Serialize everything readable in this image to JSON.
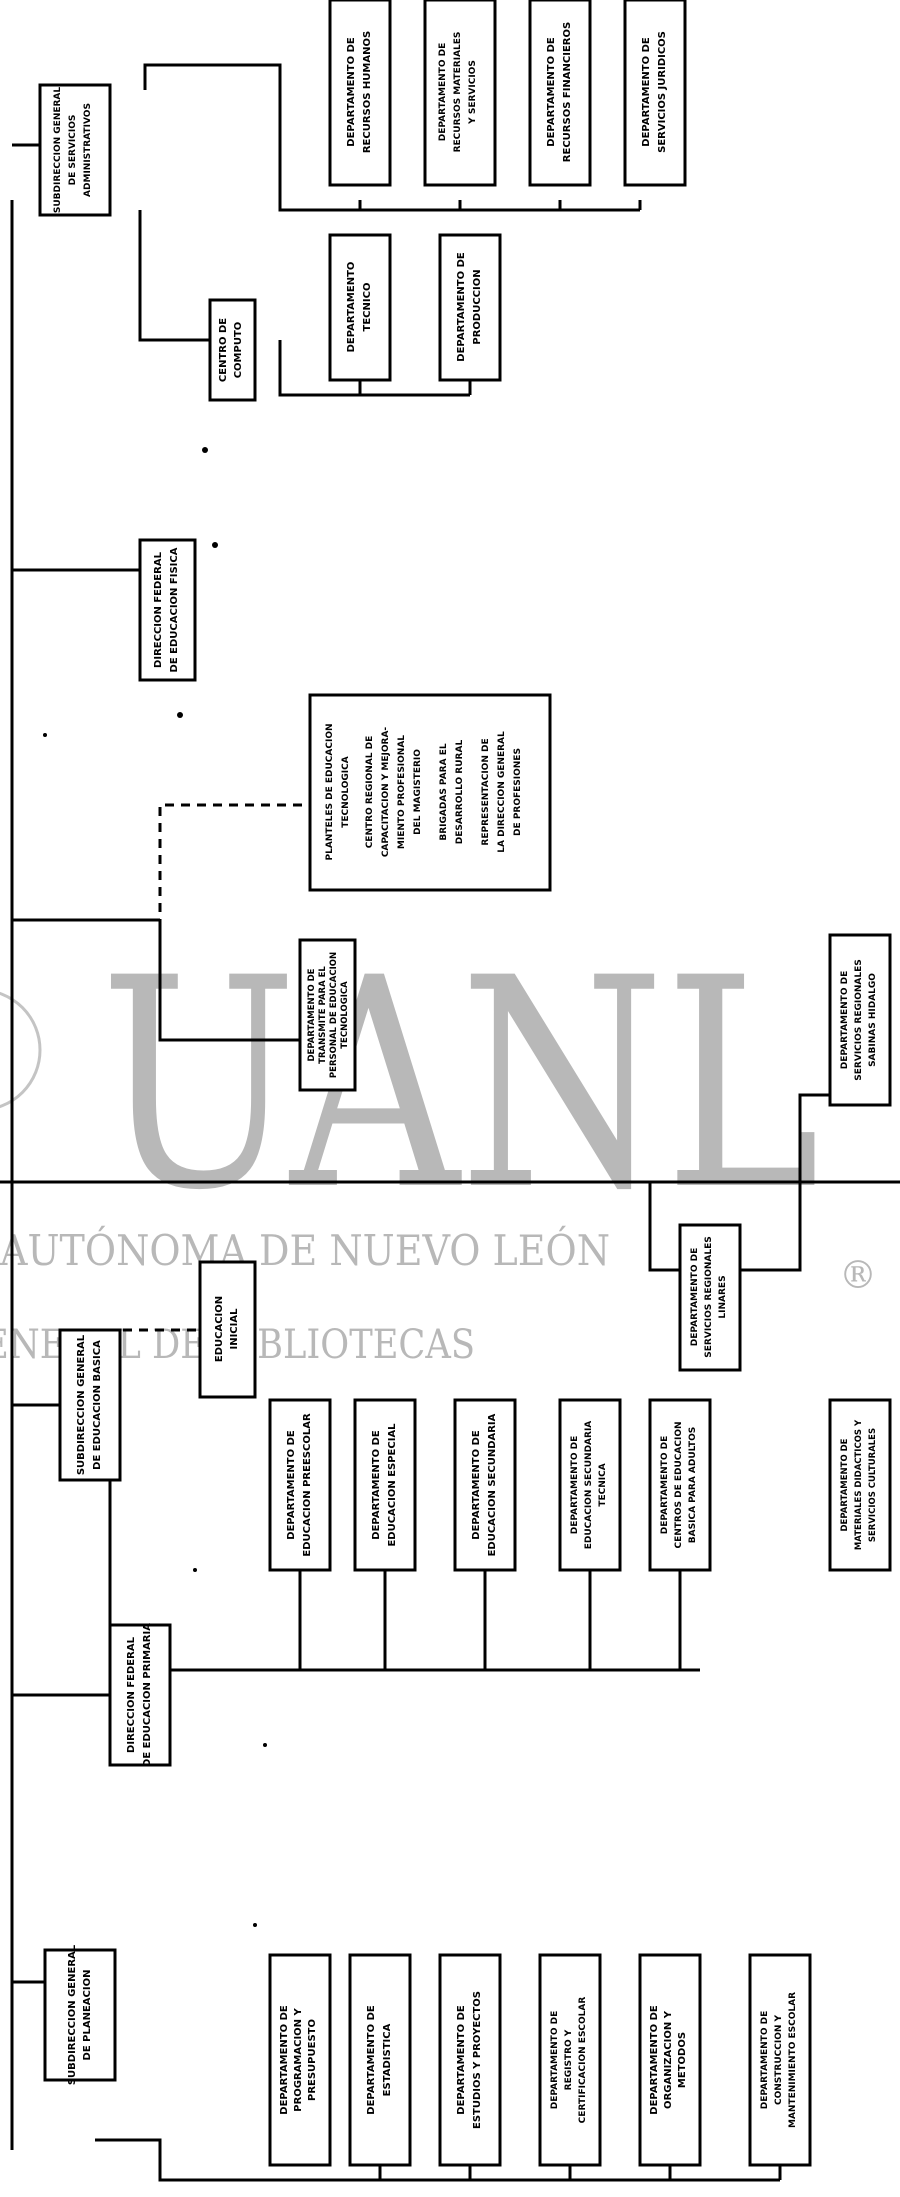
{
  "watermark": {
    "letters": "UANL",
    "line1": "AUTÓNOMA DE NUEVO LEÓN",
    "line2": "GENERAL DE BIBLIOTECAS",
    "registered": "®"
  },
  "boxes": {
    "planeacion": [
      "SUBDIRECCION GENERAL",
      "DE PLANEACION"
    ],
    "primaria": [
      "DIRECCION FEDERAL",
      "DE EDUCACION PRIMARIA"
    ],
    "basica": [
      "SUBDIRECCION GENERAL",
      "DE EDUCACION BASICA"
    ],
    "tec_personal": [
      "DEPARTAMENTO DE",
      "TRANSMITE PARA EL",
      "PERSONAL DE EDUCACION",
      "TECNOLOGICA"
    ],
    "fisica": [
      "DIRECCION FEDERAL",
      "DE EDUCACION FISICA"
    ],
    "administrativos": [
      "SUBDIRECCION GENERAL",
      "DE SERVICIOS",
      "ADMINISTRATIVOS"
    ],
    "planteles": [
      "PLANTELES DE EDUCACION",
      "TECNOLOGICA",
      "CENTRO REGIONAL DE",
      "CAPACITACION Y MEJORA-",
      "MIENTO PROFESIONAL",
      "DEL MAGISTERIO",
      "BRIGADAS PARA EL",
      "DESARROLLO RURAL",
      "REPRESENTACION DE",
      "LA DIRECCION GENERAL",
      "DE PROFESIONES"
    ],
    "inicial": [
      "EDUCACION",
      "INICIAL"
    ],
    "computo": [
      "CENTRO DE",
      "COMPUTO"
    ],
    "tecnico": [
      "DEPARTAMENTO",
      "TECNICO"
    ],
    "produccion": [
      "DEPARTAMENTO DE",
      "PRODUCCION"
    ],
    "rh": [
      "DEPARTAMENTO DE",
      "RECURSOS HUMANOS"
    ],
    "rm": [
      "DEPARTAMENTO DE",
      "RECURSOS MATERIALES",
      "Y SERVICIOS"
    ],
    "rf": [
      "DEPARTAMENTO DE",
      "RECURSOS FINANCIEROS"
    ],
    "sj": [
      "DEPARTAMENTO DE",
      "SERVICIOS JURIDICOS"
    ],
    "reg_linares": [
      "DEPARTAMENTO DE",
      "SERVICIOS REGIONALES",
      "LINARES"
    ],
    "reg_sabinas": [
      "DEPARTAMENTO DE",
      "SERVICIOS REGIONALES",
      "SABINAS HIDALGO"
    ],
    "preescolar": [
      "DEPARTAMENTO DE",
      "EDUCACION PREESCOLAR"
    ],
    "especial": [
      "DEPARTAMENTO DE",
      "EDUCACION ESPECIAL"
    ],
    "secundaria": [
      "DEPARTAMENTO DE",
      "EDUCACION SECUNDARIA"
    ],
    "sec_tecnica": [
      "DEPARTAMENTO DE",
      "EDUCACION SECUNDARIA",
      "TECNICA"
    ],
    "adultos": [
      "DEPARTAMENTO DE",
      "CENTROS DE EDUCACION",
      "BASICA PARA ADULTOS"
    ],
    "materiales": [
      "DEPARTAMENTO DE",
      "MATERIALES DIDACTICOS Y",
      "SERVICIOS CULTURALES"
    ],
    "programacion": [
      "DEPARTAMENTO DE",
      "PROGRAMACION Y",
      "PRESUPUESTO"
    ],
    "estadistica": [
      "DEPARTAMENTO DE",
      "ESTADISTICA"
    ],
    "estudios": [
      "DEPARTAMENTO DE",
      "ESTUDIOS Y PROYECTOS"
    ],
    "registro": [
      "DEPARTAMENTO DE",
      "REGISTRO Y",
      "CERTIFICACION ESCOLAR"
    ],
    "organizacion": [
      "DEPARTAMENTO DE",
      "ORGANIZACION Y",
      "METODOS"
    ],
    "construccion": [
      "DEPARTAMENTO DE",
      "CONSTRUCCION Y",
      "MANTENIMIENTO ESCOLAR"
    ]
  }
}
